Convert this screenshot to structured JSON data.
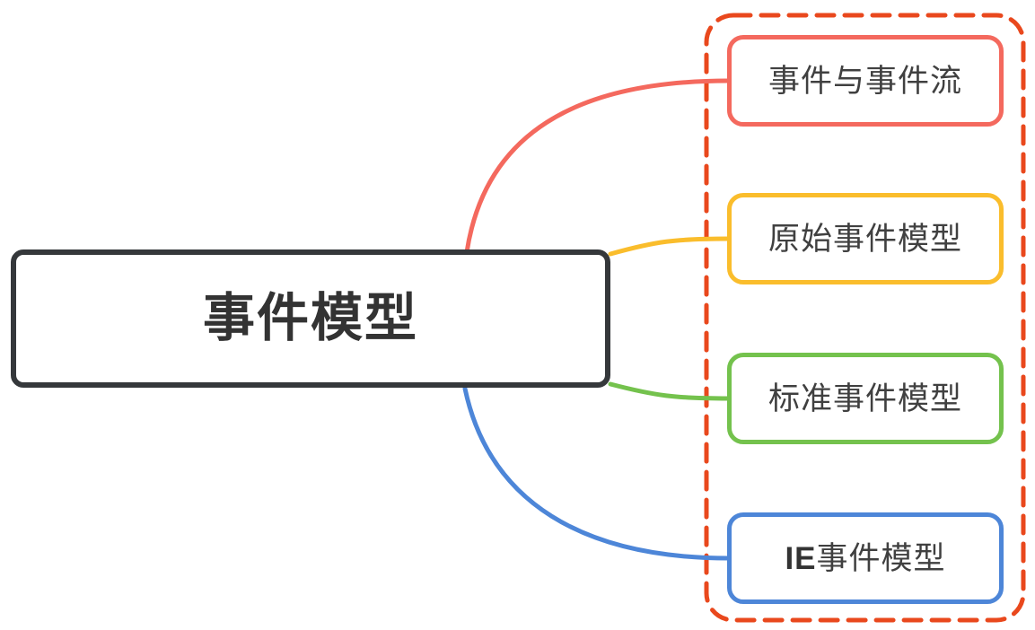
{
  "diagram": {
    "root": {
      "label": "事件模型",
      "border_color": "#35383b",
      "text_color": "#333333"
    },
    "group": {
      "border_color": "#e9481d"
    },
    "children": [
      {
        "label_prefix": "",
        "label": "事件与事件流",
        "color": "#f4695e"
      },
      {
        "label_prefix": "",
        "label": "原始事件模型",
        "color": "#fabd2c"
      },
      {
        "label_prefix": "",
        "label": "标准事件模型",
        "color": "#74c24d"
      },
      {
        "label_prefix": "IE",
        "label": "事件模型",
        "color": "#4d86d8"
      }
    ]
  }
}
